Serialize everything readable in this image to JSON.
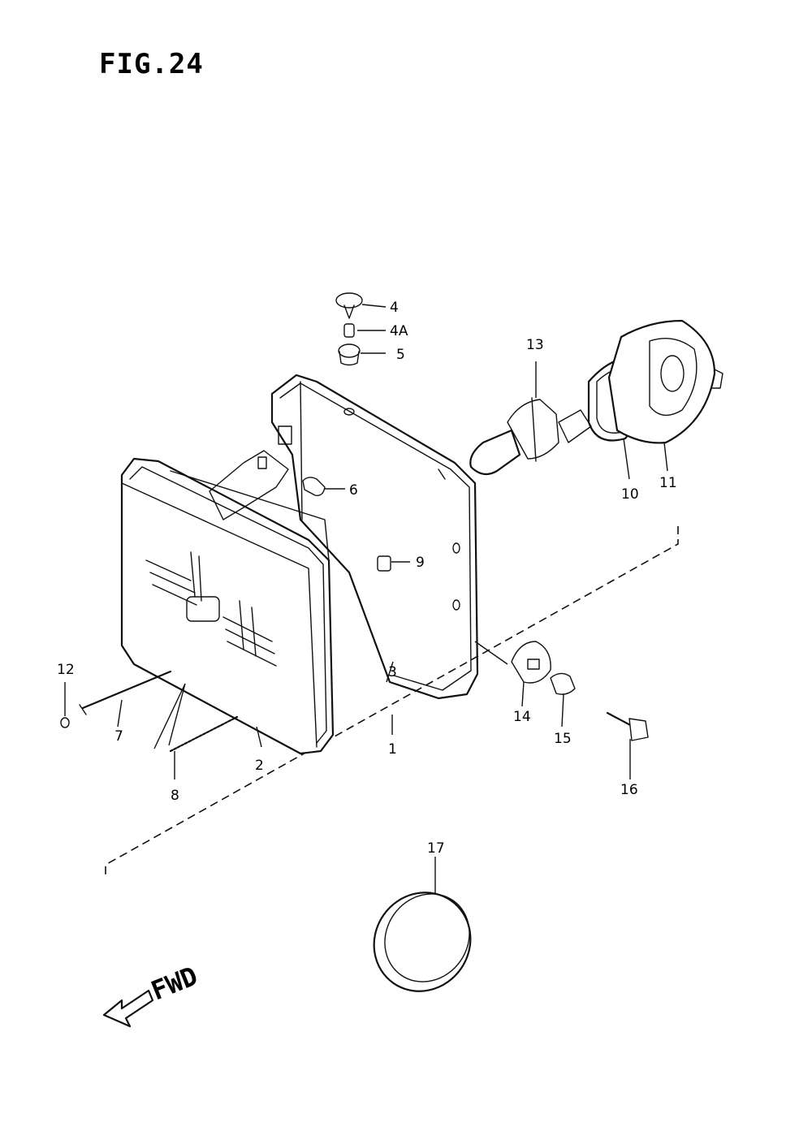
{
  "figure": {
    "title": "FIG.24",
    "direction_label": "FWD"
  },
  "callouts": {
    "c1": "1",
    "c2": "2",
    "c3": "3",
    "c4": "4",
    "c4a": "4A",
    "c5": "5",
    "c6": "6",
    "c7": "7",
    "c8": "8",
    "c9": "9",
    "c10": "10",
    "c11": "11",
    "c12": "12",
    "c13": "13",
    "c14": "14",
    "c15": "15",
    "c16": "16",
    "c17": "17"
  },
  "icons": {
    "direction": "arrow-left-icon"
  }
}
